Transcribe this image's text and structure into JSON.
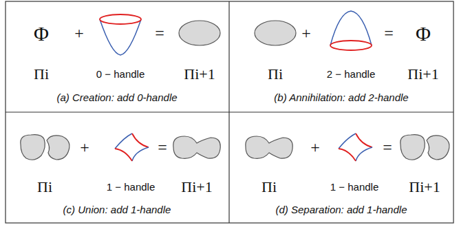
{
  "diagram": {
    "labels": [
      "Φ",
      "+",
      "=",
      "Πi",
      "0 − handle",
      "Πi+1",
      "(a) Creation: add 0-handle",
      "+",
      "=",
      "Φ",
      "Πi",
      "2 − handle",
      "Πi+1",
      "(b) Annihilation: add 2-handle",
      "+",
      "=",
      "Πi",
      "1 − handle",
      "Πi+1",
      "(c) Union: add 1-handle",
      "+",
      "=",
      "Πi",
      "1 − handle",
      "Πi+1",
      "(d) Separation: add 1-handle"
    ]
  }
}
